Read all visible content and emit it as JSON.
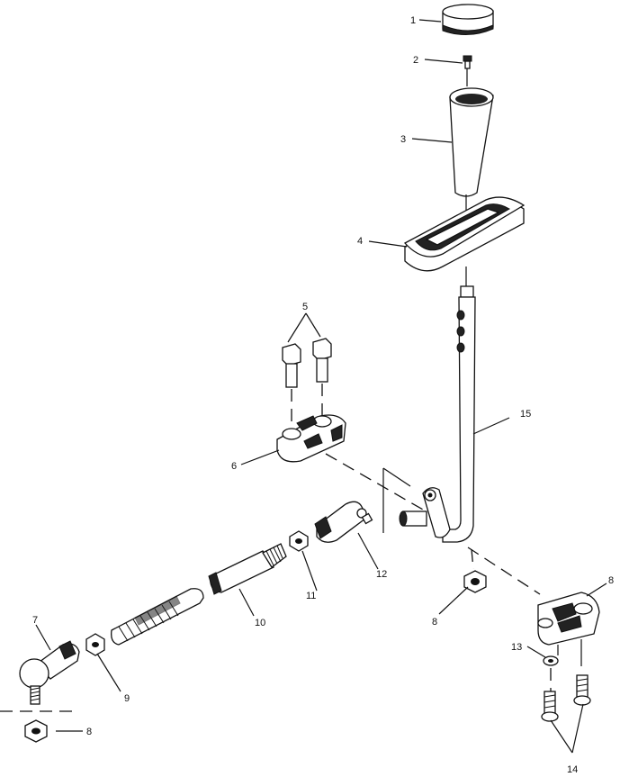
{
  "callouts": [
    {
      "id": "c1",
      "label": "1"
    },
    {
      "id": "c2",
      "label": "2"
    },
    {
      "id": "c3",
      "label": "3"
    },
    {
      "id": "c4",
      "label": "4"
    },
    {
      "id": "c5",
      "label": "5"
    },
    {
      "id": "c6",
      "label": "6"
    },
    {
      "id": "c7",
      "label": "7"
    },
    {
      "id": "c8a",
      "label": "8"
    },
    {
      "id": "c8b",
      "label": "8"
    },
    {
      "id": "c8c",
      "label": "8"
    },
    {
      "id": "c9",
      "label": "9"
    },
    {
      "id": "c10",
      "label": "10"
    },
    {
      "id": "c11",
      "label": "11"
    },
    {
      "id": "c12",
      "label": "12"
    },
    {
      "id": "c13",
      "label": "13"
    },
    {
      "id": "c14",
      "label": "14"
    },
    {
      "id": "c15",
      "label": "15"
    }
  ]
}
